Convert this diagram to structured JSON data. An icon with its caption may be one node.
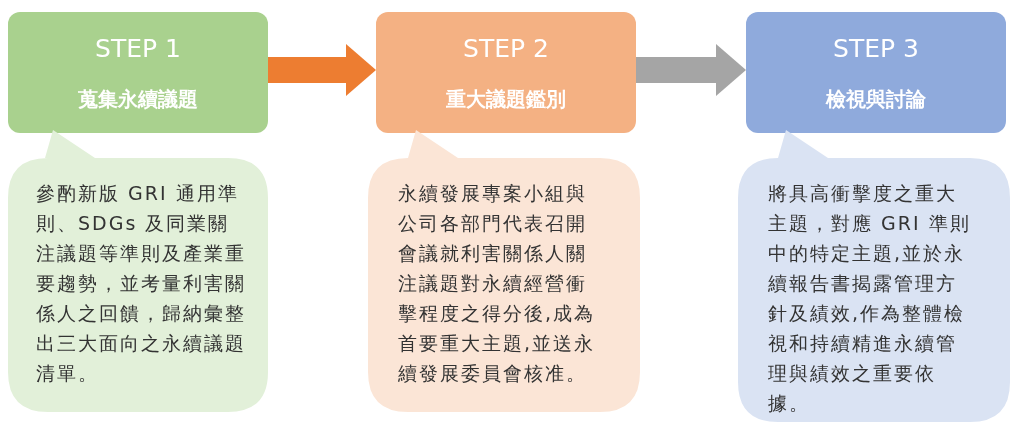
{
  "diagram": {
    "nodes": [
      {
        "text": [
          "STEP 1",
          "蒐集永續議題"
        ]
      },
      {
        "text": [
          "STEP 2",
          "重大議題鑑別"
        ]
      },
      {
        "text": [
          "STEP 3",
          "檢視與討論"
        ]
      },
      {
        "text": [
          "參酌新版 GRI 通用準則、SDGs 及同業關注議題等準則及產業重要趨勢，並考量利害關係人之回饋，歸納彙整出三大面向之永續議題清單。"
        ]
      },
      {
        "text": [
          "永續發展專案小組與公司各部門代表召開會議就利害關係人關注議題對永續經營衝擊程度之得分後,成為首要重大主題,並送永續發展委員會核准。"
        ]
      },
      {
        "text": [
          "將具高衝擊度之重大主題，對應 GRI 準則中的特定主題,並於永續報告書揭露管理方針及績效,作為整體檢視和持續精進永續管理與績效之重要依據。"
        ]
      }
    ],
    "edges": [
      {
        "from": 0,
        "to": 1,
        "arrow": "to",
        "color": "#ed7d31"
      },
      {
        "from": 1,
        "to": 2,
        "arrow": "to",
        "color": "#a5a5a5"
      }
    ]
  }
}
